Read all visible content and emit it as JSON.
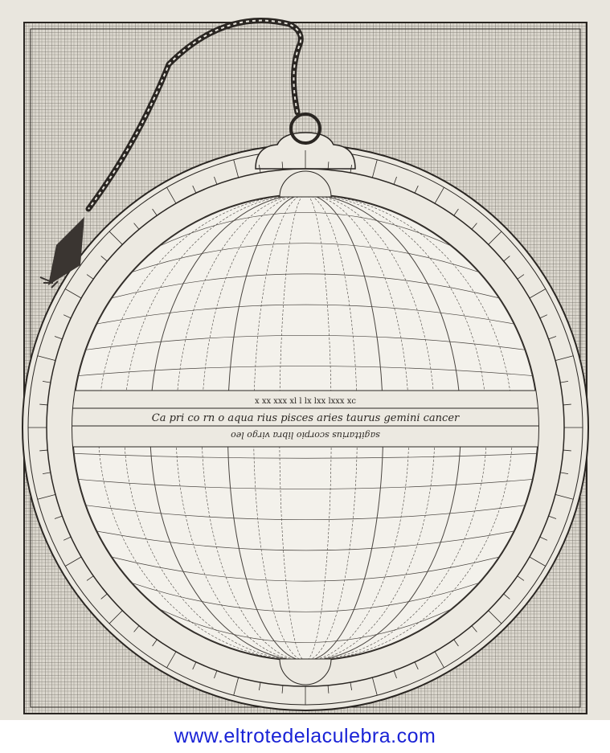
{
  "plate": {
    "paper_color": "#e9e6de",
    "ink_color": "#2a2622",
    "grid_color": "#6b6760",
    "instrument": {
      "type": "universal astrolabe plate (saphea)",
      "label_rows": [
        "Ca pri co rn o aqua rius pisces aries taurus gemini cancer",
        "sagittarius scorpio libra virgo leo",
        "x xx xxx xl l lx lxx lxxx xc"
      ]
    }
  },
  "watermark": {
    "text": "www.eltrotedelaculebra.com",
    "color": "#1a23d6"
  }
}
